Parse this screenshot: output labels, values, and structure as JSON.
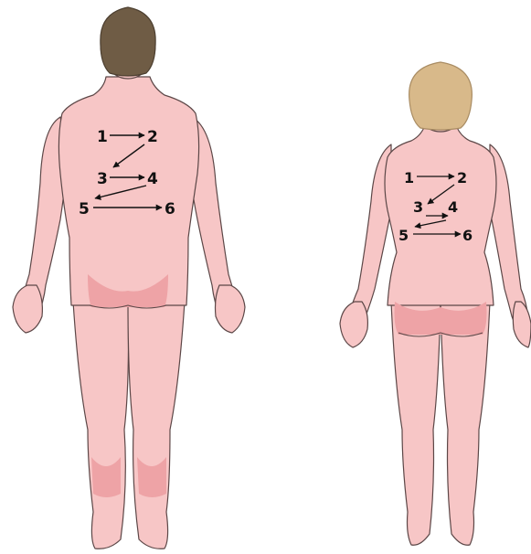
{
  "colors": {
    "skin": "#f7c6c6",
    "skin_shade": "#eea3a6",
    "skin_outline": "#5c4747",
    "male_hair": "#6f5c45",
    "female_hair": "#d8b98a",
    "arrow": "#111111"
  },
  "figures": [
    {
      "label_id": "male",
      "steps": [
        "1",
        "2",
        "3",
        "4",
        "5",
        "6"
      ]
    },
    {
      "label_id": "female",
      "steps": [
        "1",
        "2",
        "3",
        "4",
        "5",
        "6"
      ]
    }
  ]
}
